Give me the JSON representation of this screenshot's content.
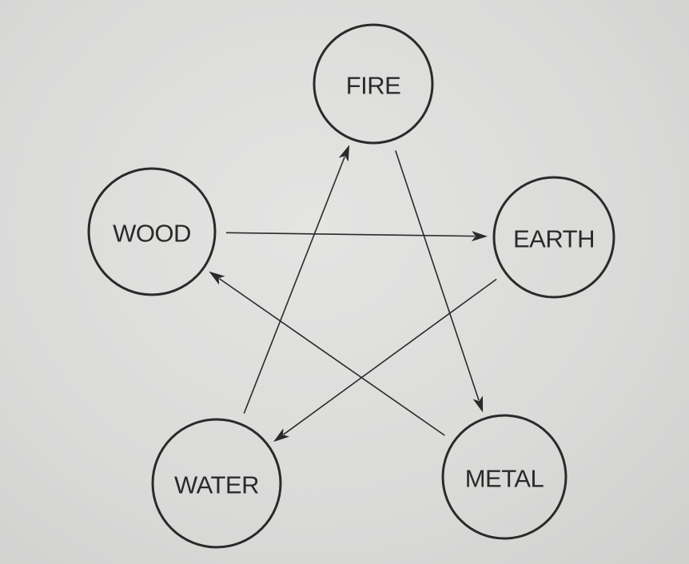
{
  "diagram": {
    "nodes": [
      {
        "id": "fire",
        "label": "FIRE"
      },
      {
        "id": "earth",
        "label": "EARTH"
      },
      {
        "id": "metal",
        "label": "METAL"
      },
      {
        "id": "water",
        "label": "WATER"
      },
      {
        "id": "wood",
        "label": "WOOD"
      }
    ],
    "edges": [
      {
        "from": "wood",
        "to": "earth"
      },
      {
        "from": "fire",
        "to": "metal"
      },
      {
        "from": "earth",
        "to": "water"
      },
      {
        "from": "metal",
        "to": "wood"
      },
      {
        "from": "water",
        "to": "fire"
      }
    ],
    "colors": {
      "ink": "#2a2a2a",
      "paper": "#dcdcdc"
    }
  }
}
